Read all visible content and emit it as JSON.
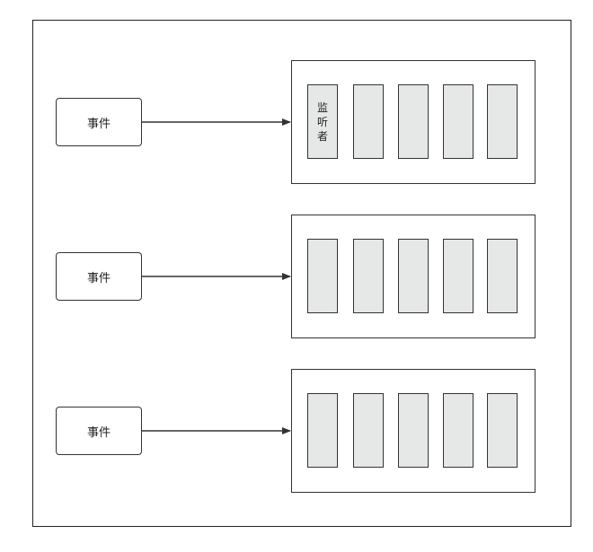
{
  "rows": [
    {
      "event_label": "事件",
      "listeners": [
        "监听者",
        "",
        "",
        "",
        ""
      ]
    },
    {
      "event_label": "事件",
      "listeners": [
        "",
        "",
        "",
        "",
        ""
      ]
    },
    {
      "event_label": "事件",
      "listeners": [
        "",
        "",
        "",
        "",
        ""
      ]
    }
  ],
  "colors": {
    "stroke": "#333333",
    "listener_fill": "#e6e8e8",
    "background": "#ffffff"
  }
}
